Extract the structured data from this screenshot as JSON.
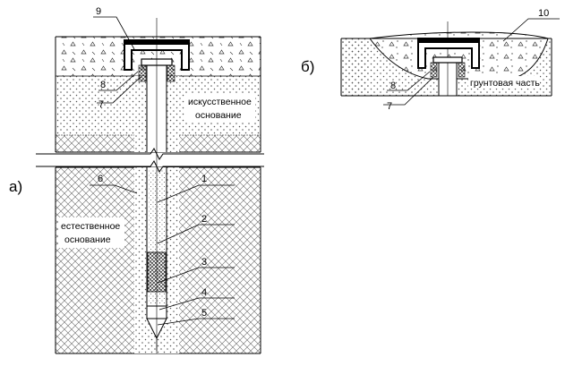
{
  "panels": {
    "a": "а)",
    "b": "б)"
  },
  "labels": {
    "artificial_base_line1": "искусственное",
    "artificial_base_line2": "основание",
    "natural_base_line1": "естественное",
    "natural_base_line2": "основание",
    "soil_part": "грунтовая часть"
  },
  "callouts": {
    "n1": "1",
    "n2": "2",
    "n3": "3",
    "n4": "4",
    "n5": "5",
    "n6": "6",
    "n7a": "7",
    "n8a": "8",
    "n9": "9",
    "n7b": "7",
    "n8b": "8",
    "n10": "10"
  },
  "colors": {
    "line": "#000000",
    "background": "#ffffff",
    "hatch": "#6a6a6a",
    "dots": "#505050"
  }
}
